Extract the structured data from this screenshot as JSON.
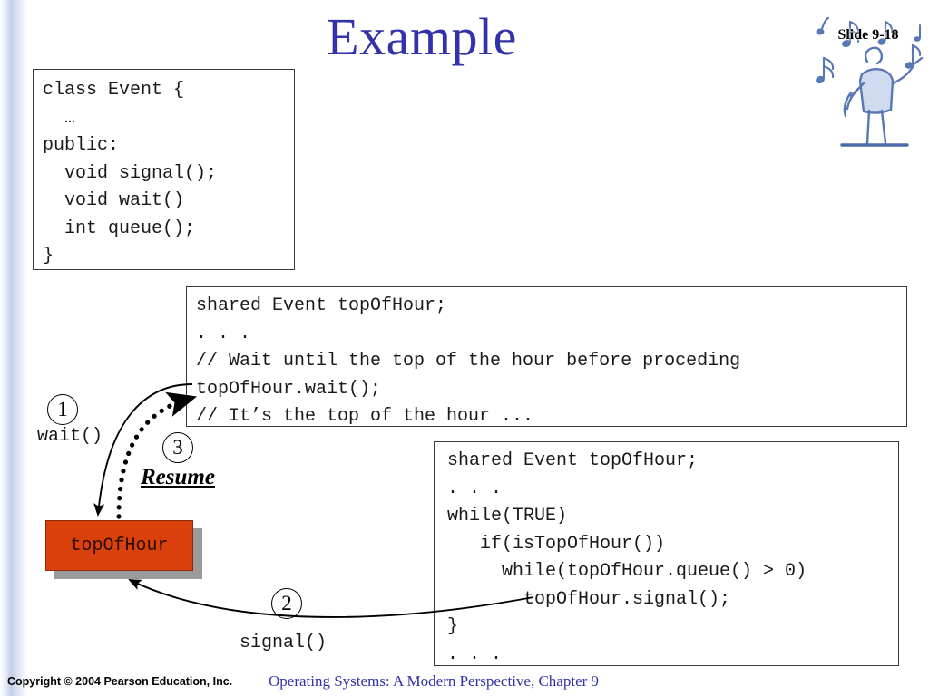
{
  "slide": {
    "title": "Example",
    "badge_label": "Slide 9-18",
    "title_color": "#3232aa",
    "accent_color": "#d9400b"
  },
  "code_boxes": {
    "class_definition": {
      "name": "class-event-definition",
      "code": "class Event {\n  …\npublic:\n  void signal();\n  void wait()\n  int queue();\n}"
    },
    "waiter": {
      "name": "waiting-thread-code",
      "code": "shared Event topOfHour;\n. . .\n// Wait until the top of the hour before proceding\ntopOfHour.wait();\n// It’s the top of the hour ..."
    },
    "signaler": {
      "name": "signaling-thread-code",
      "code": "shared Event topOfHour;\n. . .\nwhile(TRUE)\n   if(isTopOfHour())\n     while(topOfHour.queue() > 0)\n       topOfHour.signal();\n}\n. . ."
    }
  },
  "diagram": {
    "state_box_label": "topOfHour",
    "steps": [
      {
        "number": "1",
        "label": "wait()"
      },
      {
        "number": "2",
        "label": "signal()"
      },
      {
        "number": "3",
        "label": "Resume"
      }
    ],
    "step_one_number": "1",
    "step_two_number": "2",
    "step_three_number": "3",
    "wait_label": "wait()",
    "signal_label": "signal()",
    "resume_label": "Resume"
  },
  "footer": {
    "copyright": "Copyright © 2004 Pearson Education, Inc.",
    "book": "Operating Systems: A Modern Perspective, Chapter 9"
  }
}
